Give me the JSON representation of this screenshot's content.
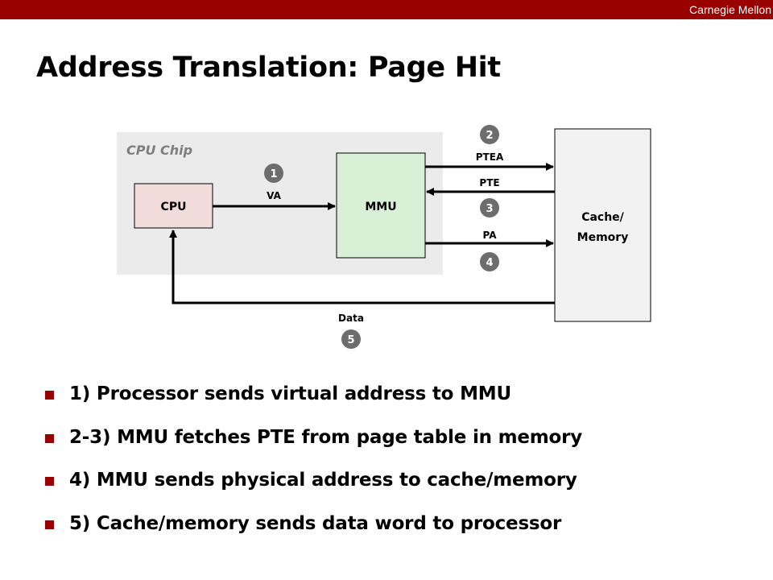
{
  "header": {
    "brand": "Carnegie Mellon",
    "bar_color": "#990000"
  },
  "slide": {
    "title": "Address Translation: Page Hit"
  },
  "diagram": {
    "chip_label": "CPU Chip",
    "cpu_label": "CPU",
    "mmu_label": "MMU",
    "memory_label_line1": "Cache/",
    "memory_label_line2": "Memory",
    "arrows": {
      "va": "VA",
      "ptea": "PTEA",
      "pte": "PTE",
      "pa": "PA",
      "data": "Data"
    },
    "steps": [
      "1",
      "2",
      "3",
      "4",
      "5"
    ],
    "colors": {
      "chip_bg": "#ebebeb",
      "cpu_fill": "#f2dcdb",
      "mmu_fill": "#d8f0d5",
      "memory_fill": "#f2f2f2",
      "badge_fill": "#6d6d6d"
    }
  },
  "bullets": [
    "1) Processor sends virtual address to MMU",
    "2-3) MMU fetches PTE from page table in memory",
    "4) MMU sends physical address to cache/memory",
    "5) Cache/memory sends data word to processor"
  ]
}
